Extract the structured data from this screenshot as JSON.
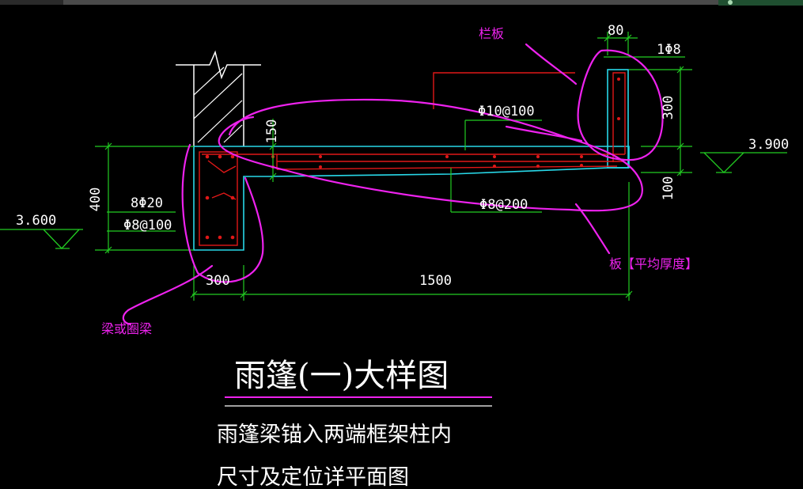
{
  "colors": {
    "background": "#000000",
    "wall": "#ffffff",
    "outline": "#28d8e8",
    "rebar": "#e01818",
    "dimension": "#22cc22",
    "annotation": "#ee22ee",
    "text": "#ffffff"
  },
  "icons": {
    "top_right": "app-logo-icon"
  },
  "labels": {
    "railing": "栏板",
    "beam": "梁或圈梁",
    "slab": "板【平均厚度】",
    "rebar_top": "Φ10@100",
    "rebar_bottom": "Φ8@200",
    "rebar_railing": "1Φ8",
    "beam_main": "8Φ20",
    "beam_stirrup": "Φ8@100"
  },
  "dimensions": {
    "railing_thickness": "80",
    "railing_height": "300",
    "slab_edge": "100",
    "slab_root": "150",
    "beam_height": "400",
    "beam_width": "300",
    "cantilever": "1500"
  },
  "elevations": {
    "left": "3.600",
    "right": "3.900"
  },
  "title": {
    "main": "雨篷(一)大样图",
    "note1": "雨篷梁锚入两端框架柱内",
    "note2": "尺寸及定位详平面图"
  }
}
